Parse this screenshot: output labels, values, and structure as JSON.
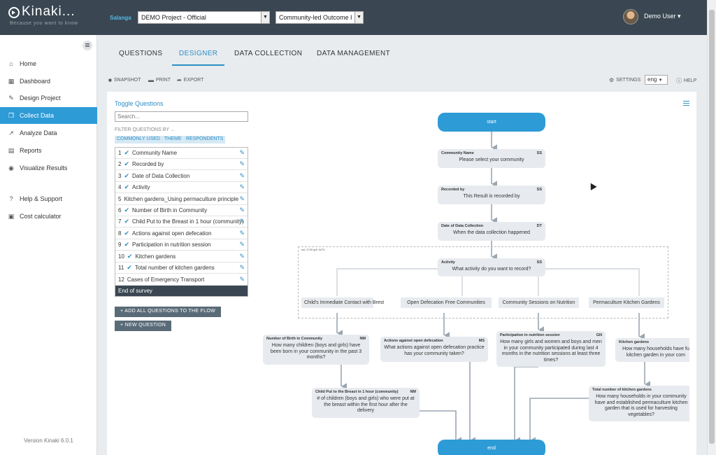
{
  "app": {
    "name": "Kinaki...",
    "tagline": "Because you want to know",
    "version": "Version Kinaki 6.0.1"
  },
  "header": {
    "org": "Salanga",
    "project": "DEMO Project - Official",
    "outcome": "Community-led Outcome I",
    "user": "Demo User ▾"
  },
  "sidebar": {
    "items": [
      {
        "label": "Home",
        "icon": "home-icon"
      },
      {
        "label": "Dashboard",
        "icon": "dashboard-icon"
      },
      {
        "label": "Design Project",
        "icon": "pencil-icon"
      },
      {
        "label": "Collect Data",
        "icon": "collect-icon",
        "active": true
      },
      {
        "label": "Analyze Data",
        "icon": "chart-icon"
      },
      {
        "label": "Reports",
        "icon": "report-icon"
      },
      {
        "label": "Visualize Results",
        "icon": "visualize-icon"
      },
      {
        "label": "Help & Support",
        "icon": "help-icon"
      },
      {
        "label": "Cost calculator",
        "icon": "calculator-icon"
      }
    ]
  },
  "tabs": [
    "QUESTIONS",
    "DESIGNER",
    "DATA COLLECTION",
    "DATA MANAGEMENT"
  ],
  "active_tab": "DESIGNER",
  "toolbar": {
    "snapshot": "SNAPSHOT",
    "print": "PRINT",
    "export": "EXPORT",
    "settings": "SETTINGS",
    "language": "eng",
    "help": "HELP"
  },
  "panel": {
    "toggle": "Toggle Questions",
    "search_placeholder": "Search...",
    "filter_label": "FILTER QUESTIONS BY ...",
    "chips": [
      "COMMONLY USED",
      "THEME",
      "RESPONDENTS"
    ],
    "questions": [
      {
        "num": "1",
        "label": "Community Name",
        "checked": true
      },
      {
        "num": "2",
        "label": "Recorded by",
        "checked": true
      },
      {
        "num": "3",
        "label": "Date of Data Collection",
        "checked": true
      },
      {
        "num": "4",
        "label": "Activity",
        "checked": true
      },
      {
        "num": "5",
        "label": "Kitchen gardens_Using permaculture principle",
        "checked": false
      },
      {
        "num": "6",
        "label": "Number of Birth in Community",
        "checked": true
      },
      {
        "num": "7",
        "label": "Child Put to the Breast in 1 hour (community)",
        "checked": true
      },
      {
        "num": "8",
        "label": "Actions against open defecation",
        "checked": true
      },
      {
        "num": "9",
        "label": "Participation in nutrition session",
        "checked": true
      },
      {
        "num": "10",
        "label": "Kitchen gardens",
        "checked": true
      },
      {
        "num": "11",
        "label": "Total number of kitchen gardens",
        "checked": true
      },
      {
        "num": "12",
        "label": "Cases of Emergency Transport",
        "checked": false
      }
    ],
    "end_label": "End of survey",
    "add_all_button": "+ ADD ALL QUESTIONS TO THE FLOW",
    "new_question_button": "+ NEW QUESTION"
  },
  "flow": {
    "start": "start",
    "end": "end",
    "group_label": "ssl: 2749 gdl: 9474",
    "nodes": [
      {
        "id": "community",
        "title": "Community Name",
        "code": "SS",
        "text": "Please select your community"
      },
      {
        "id": "recorded",
        "title": "Recorded by",
        "code": "SS",
        "text": "This Result is recorded by"
      },
      {
        "id": "date",
        "title": "Date of Data Collection",
        "code": "DT",
        "text": "When the data collection happened"
      },
      {
        "id": "activity",
        "title": "Activity",
        "code": "SS",
        "text": "What activity do you want to record?"
      },
      {
        "id": "births",
        "title": "Number of Birth in Community",
        "code": "NM",
        "text": "How many children (boys and girls) have been born in your community in the past 3 months?"
      },
      {
        "id": "defecation",
        "title": "Actions against open defecation",
        "code": "MS",
        "text": "What actions against open defecation practice has your community taken?"
      },
      {
        "id": "nutrition",
        "title": "Participation in nutrition session",
        "code": "GN",
        "text": "How many girls and women and boys and men in your community participated during last 4 months in the nutrition sessions at least three times?"
      },
      {
        "id": "kitchen",
        "title": "Kitchen gardens",
        "code": "",
        "text": "How many households have fu kitchen garden in your com"
      },
      {
        "id": "breast",
        "title": "Child Put to the Breast in 1 hour (community)",
        "code": "NM",
        "text": "# of children (boys and girls) who were put at the breast within the first hour after the delivery"
      },
      {
        "id": "total_kitchen",
        "title": "Total number of kitchen gardens",
        "code": "",
        "text": "How many households in your community have and established permaculture kitchen garden that is used for harvesting vegetables?"
      }
    ],
    "branches": [
      "Child's Immediate Contact with Brest",
      "Open Defecation Free  Communities",
      "Community Sessions on Nutrition",
      "Permaculture Kitchen Gardens"
    ]
  }
}
